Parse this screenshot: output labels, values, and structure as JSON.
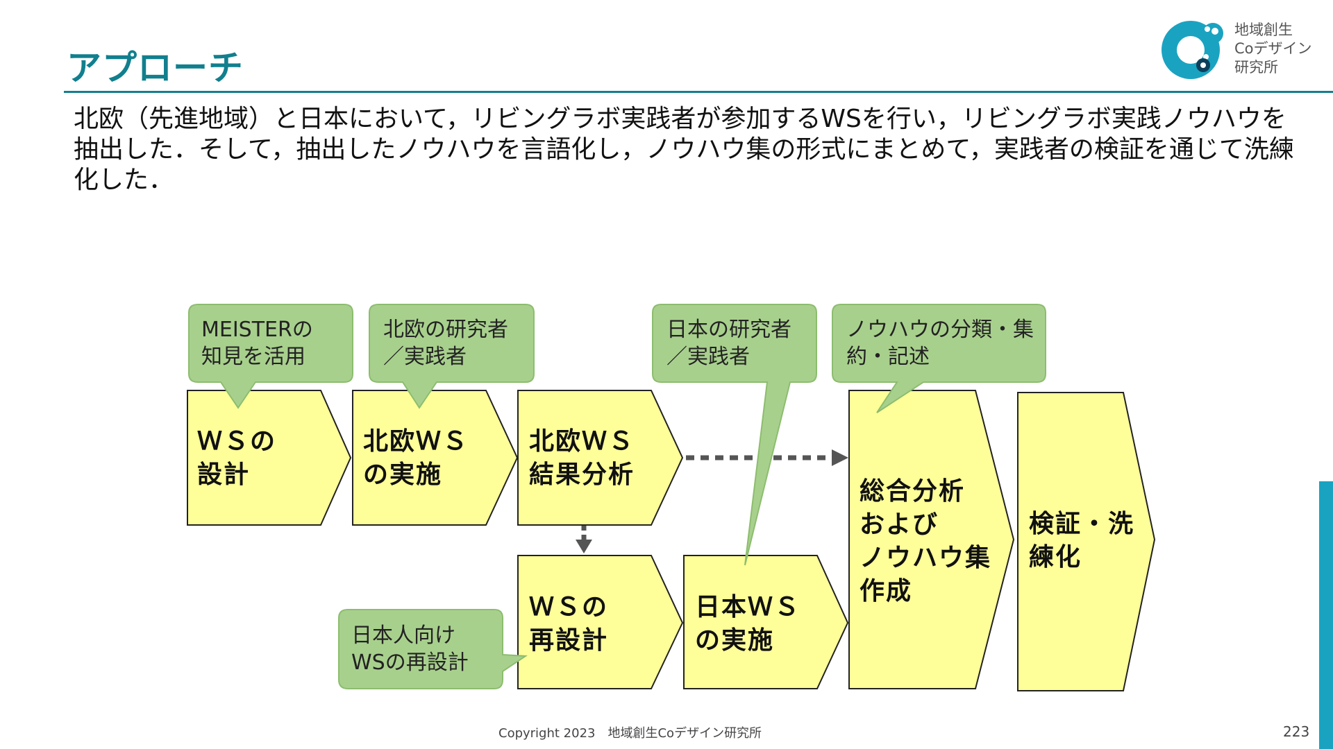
{
  "header": {
    "title": "アプローチ",
    "logo_text": "地域創生\nCoデザイン\n研究所",
    "accent_color": "#117f8e"
  },
  "body": {
    "lines": [
      "北欧（先進地域）と日本において，リビングラボ実践者が参加するWSを行い，リビングラボ実践ノウハウを",
      "抽出した．そして，抽出したノウハウを言語化し，ノウハウ集の形式にまとめて，実践者の検証を通じて洗練",
      "化した．"
    ]
  },
  "diagram": {
    "steps": [
      {
        "label": "ＷＳの\n設計"
      },
      {
        "label": "北欧ＷＳ\nの実施"
      },
      {
        "label": "北欧ＷＳ\n結果分析"
      },
      {
        "label": "ＷＳの\n再設計"
      },
      {
        "label": "日本ＷＳ\nの実施"
      },
      {
        "label": "総合分析\nおよび\nノウハウ集\n作成"
      },
      {
        "label": "検証・洗\n練化"
      }
    ],
    "callouts": [
      {
        "text": "MEISTERの\n知見を活用"
      },
      {
        "text": "北欧の研究者\n／実践者"
      },
      {
        "text": "日本の研究者\n／実践者"
      },
      {
        "text": "ノウハウの分類・集\n約・記述"
      },
      {
        "text": "日本人向け\nWSの再設計"
      }
    ],
    "colors": {
      "step_fill": "#ffff99",
      "step_stroke": "#222222",
      "callout_fill": "#a8d08d",
      "callout_stroke": "#8cbd6e",
      "arrow": "#555555"
    }
  },
  "footer": {
    "copyright": "Copyright 2023　地域創生Coデザイン研究所",
    "page_number": "223"
  }
}
